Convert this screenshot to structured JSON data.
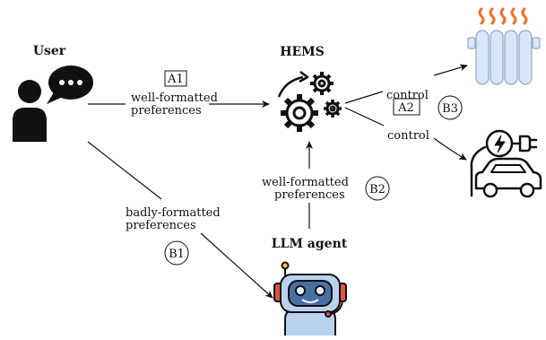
{
  "nodes": {
    "user": "User",
    "hems": "HEMS",
    "llm_agent": "LLM agent"
  },
  "labels": {
    "a1_tag": "A1",
    "a1_line1": "well-formatted",
    "a1_line2": "preferences",
    "b1_line1": "badly-formatted",
    "b1_line2": "preferences",
    "b1_tag": "B1",
    "b2_line1": "well-formatted",
    "b2_line2": "preferences",
    "b2_tag": "B2",
    "control_top": "control",
    "control_bottom": "control",
    "a2_tag": "A2",
    "b3_tag": "B3"
  },
  "colors": {
    "ink": "#111111",
    "heat": "#f26b2c",
    "radiator": "#d8e6f7",
    "robot_body": "#b9d3ef",
    "robot_face": "#4a6fa5",
    "robot_accent": "#e0543f"
  },
  "icons": {
    "user": "user-speech-icon",
    "hems": "gears-icon",
    "radiator": "radiator-icon",
    "ev": "ev-charging-icon",
    "robot": "robot-icon"
  }
}
